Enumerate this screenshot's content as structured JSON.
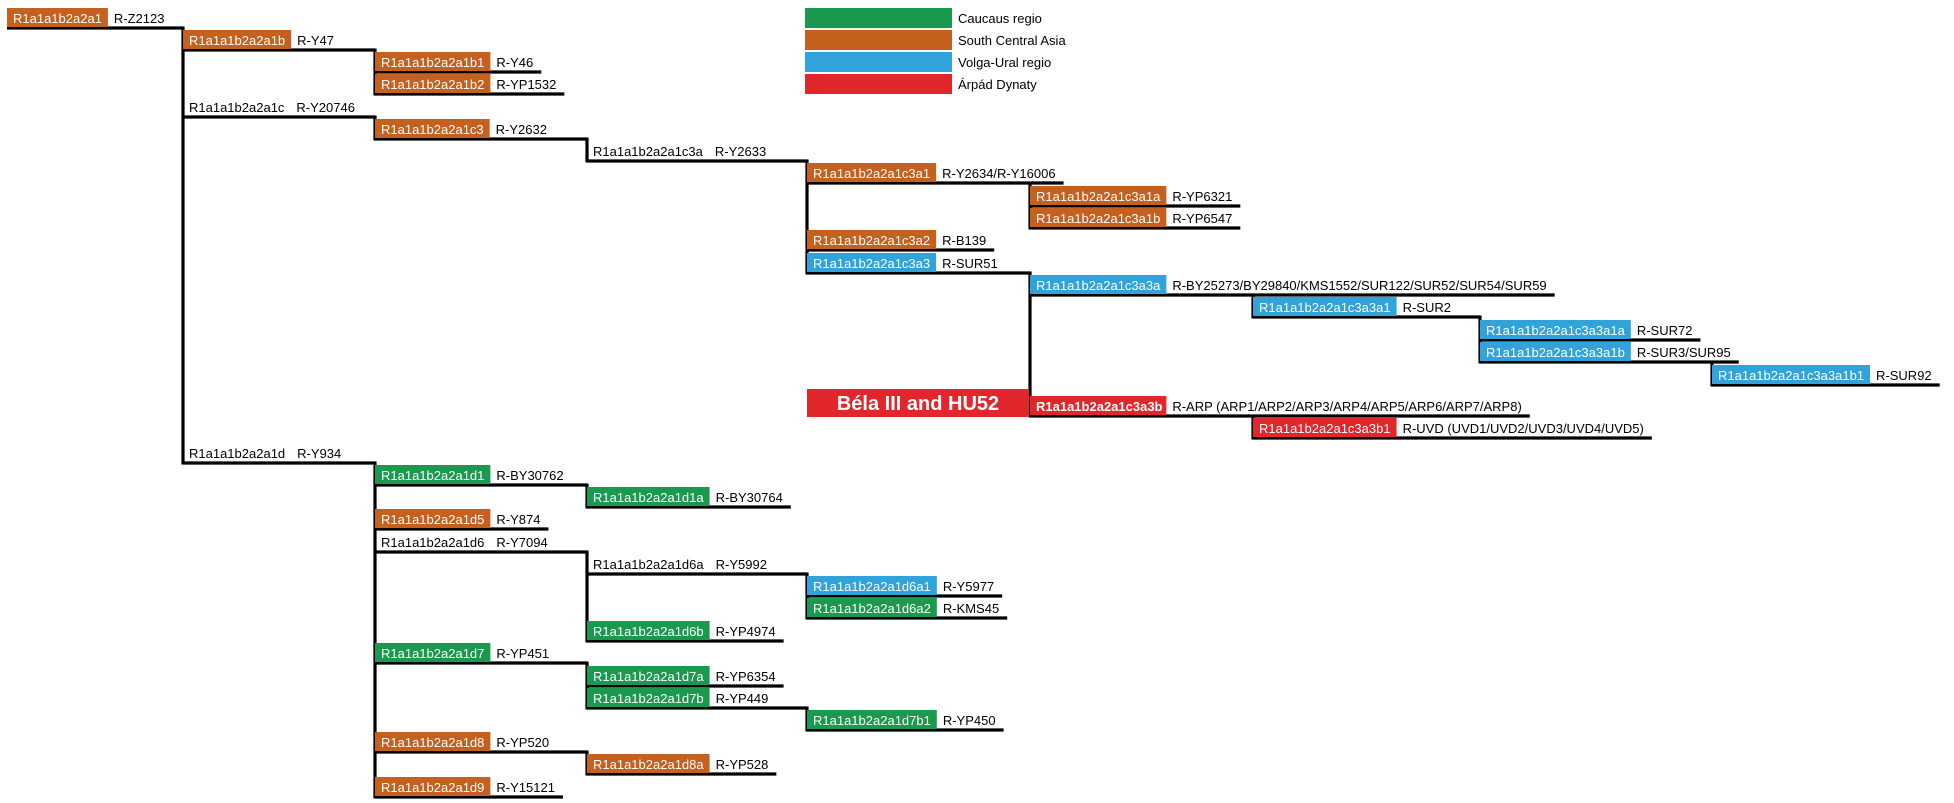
{
  "colors": {
    "caucasus": "#1a9a4e",
    "south_central_asia": "#c5601f",
    "volga_ural": "#30a3db",
    "arpad": "#e1262c",
    "line": "#000000",
    "text_on_box": "#ffffff",
    "text": "#000000"
  },
  "legend": [
    {
      "color": "caucasus",
      "label": "Caucaus regio"
    },
    {
      "color": "south_central_asia",
      "label": "South Central Asia"
    },
    {
      "color": "volga_ural",
      "label": "Volga-Ural regio"
    },
    {
      "color": "arpad",
      "label": "Árpád Dynaty"
    }
  ],
  "highlight": {
    "label": "Béla III and HU52",
    "color": "arpad"
  },
  "nodes": [
    {
      "id": "n1",
      "label": "R1a1a1b2a2a1",
      "snp": "R-Z2123",
      "color": "south_central_asia",
      "parent": null
    },
    {
      "id": "n1b",
      "label": "R1a1a1b2a2a1b",
      "snp": "R-Y47",
      "color": "south_central_asia",
      "parent": "n1"
    },
    {
      "id": "n1b1",
      "label": "R1a1a1b2a2a1b1",
      "snp": "R-Y46",
      "color": "south_central_asia",
      "parent": "n1b"
    },
    {
      "id": "n1b2",
      "label": "R1a1a1b2a2a1b2",
      "snp": "R-YP1532",
      "color": "south_central_asia",
      "parent": "n1b"
    },
    {
      "id": "n1c",
      "label": "R1a1a1b2a2a1c",
      "snp": "R-Y20746",
      "color": null,
      "parent": "n1"
    },
    {
      "id": "n1c3",
      "label": "R1a1a1b2a2a1c3",
      "snp": "R-Y2632",
      "color": "south_central_asia",
      "parent": "n1c"
    },
    {
      "id": "n1c3a",
      "label": "R1a1a1b2a2a1c3a",
      "snp": "R-Y2633",
      "color": null,
      "parent": "n1c3"
    },
    {
      "id": "n1c3a1",
      "label": "R1a1a1b2a2a1c3a1",
      "snp": "R-Y2634/R-Y16006",
      "color": "south_central_asia",
      "parent": "n1c3a"
    },
    {
      "id": "n1c3a1a",
      "label": "R1a1a1b2a2a1c3a1a",
      "snp": "R-YP6321",
      "color": "south_central_asia",
      "parent": "n1c3a1"
    },
    {
      "id": "n1c3a1b",
      "label": "R1a1a1b2a2a1c3a1b",
      "snp": "R-YP6547",
      "color": "south_central_asia",
      "parent": "n1c3a1"
    },
    {
      "id": "n1c3a2",
      "label": "R1a1a1b2a2a1c3a2",
      "snp": "R-B139",
      "color": "south_central_asia",
      "parent": "n1c3a"
    },
    {
      "id": "n1c3a3",
      "label": "R1a1a1b2a2a1c3a3",
      "snp": "R-SUR51",
      "color": "volga_ural",
      "parent": "n1c3a"
    },
    {
      "id": "n1c3a3a",
      "label": "R1a1a1b2a2a1c3a3a",
      "snp": "R-BY25273/BY29840/KMS1552/SUR122/SUR52/SUR54/SUR59",
      "color": "volga_ural",
      "parent": "n1c3a3"
    },
    {
      "id": "n1c3a3a1",
      "label": "R1a1a1b2a2a1c3a3a1",
      "snp": "R-SUR2",
      "color": "volga_ural",
      "parent": "n1c3a3a"
    },
    {
      "id": "n1c3a3a1a",
      "label": "R1a1a1b2a2a1c3a3a1a",
      "snp": "R-SUR72",
      "color": "volga_ural",
      "parent": "n1c3a3a1"
    },
    {
      "id": "n1c3a3a1b",
      "label": "R1a1a1b2a2a1c3a3a1b",
      "snp": "R-SUR3/SUR95",
      "color": "volga_ural",
      "parent": "n1c3a3a1"
    },
    {
      "id": "n1c3a3a1b1",
      "label": "R1a1a1b2a2a1c3a3a1b1",
      "snp": "R-SUR92",
      "color": "volga_ural",
      "parent": "n1c3a3a1b"
    },
    {
      "id": "n1c3a3b",
      "label": "R1a1a1b2a2a1c3a3b",
      "snp": "R-ARP (ARP1/ARP2/ARP3/ARP4/ARP5/ARP6/ARP7/ARP8)",
      "color": "arpad",
      "parent": "n1c3a3"
    },
    {
      "id": "n1c3a3b1",
      "label": "R1a1a1b2a2a1c3a3b1",
      "snp": "R-UVD (UVD1/UVD2/UVD3/UVD4/UVD5)",
      "color": "arpad",
      "parent": "n1c3a3b"
    },
    {
      "id": "n1d",
      "label": "R1a1a1b2a2a1d",
      "snp": "R-Y934",
      "color": null,
      "parent": "n1"
    },
    {
      "id": "n1d1",
      "label": "R1a1a1b2a2a1d1",
      "snp": "R-BY30762",
      "color": "caucasus",
      "parent": "n1d"
    },
    {
      "id": "n1d1a",
      "label": "R1a1a1b2a2a1d1a",
      "snp": "R-BY30764",
      "color": "caucasus",
      "parent": "n1d1"
    },
    {
      "id": "n1d5",
      "label": "R1a1a1b2a2a1d5",
      "snp": "R-Y874",
      "color": "south_central_asia",
      "parent": "n1d"
    },
    {
      "id": "n1d6",
      "label": "R1a1a1b2a2a1d6",
      "snp": "R-Y7094",
      "color": null,
      "parent": "n1d"
    },
    {
      "id": "n1d6a",
      "label": "R1a1a1b2a2a1d6a",
      "snp": "R-Y5992",
      "color": null,
      "parent": "n1d6"
    },
    {
      "id": "n1d6a1",
      "label": "R1a1a1b2a2a1d6a1",
      "snp": "R-Y5977",
      "color": "volga_ural",
      "parent": "n1d6a"
    },
    {
      "id": "n1d6a2",
      "label": "R1a1a1b2a2a1d6a2",
      "snp": "R-KMS45",
      "color": "caucasus",
      "parent": "n1d6a"
    },
    {
      "id": "n1d6b",
      "label": "R1a1a1b2a2a1d6b",
      "snp": "R-YP4974",
      "color": "caucasus",
      "parent": "n1d6"
    },
    {
      "id": "n1d7",
      "label": "R1a1a1b2a2a1d7",
      "snp": "R-YP451",
      "color": "caucasus",
      "parent": "n1d"
    },
    {
      "id": "n1d7a",
      "label": "R1a1a1b2a2a1d7a",
      "snp": "R-YP6354",
      "color": "caucasus",
      "parent": "n1d7"
    },
    {
      "id": "n1d7b",
      "label": "R1a1a1b2a2a1d7b",
      "snp": "R-YP449",
      "color": "caucasus",
      "parent": "n1d7"
    },
    {
      "id": "n1d7b1",
      "label": "R1a1a1b2a2a1d7b1",
      "snp": "R-YP450",
      "color": "caucasus",
      "parent": "n1d7b"
    },
    {
      "id": "n1d8",
      "label": "R1a1a1b2a2a1d8",
      "snp": "R-YP520",
      "color": "south_central_asia",
      "parent": "n1d"
    },
    {
      "id": "n1d8a",
      "label": "R1a1a1b2a2a1d8a",
      "snp": "R-YP528",
      "color": "south_central_asia",
      "parent": "n1d8"
    },
    {
      "id": "n1d9",
      "label": "R1a1a1b2a2a1d9",
      "snp": "R-Y15121",
      "color": "south_central_asia",
      "parent": "n1d"
    }
  ]
}
